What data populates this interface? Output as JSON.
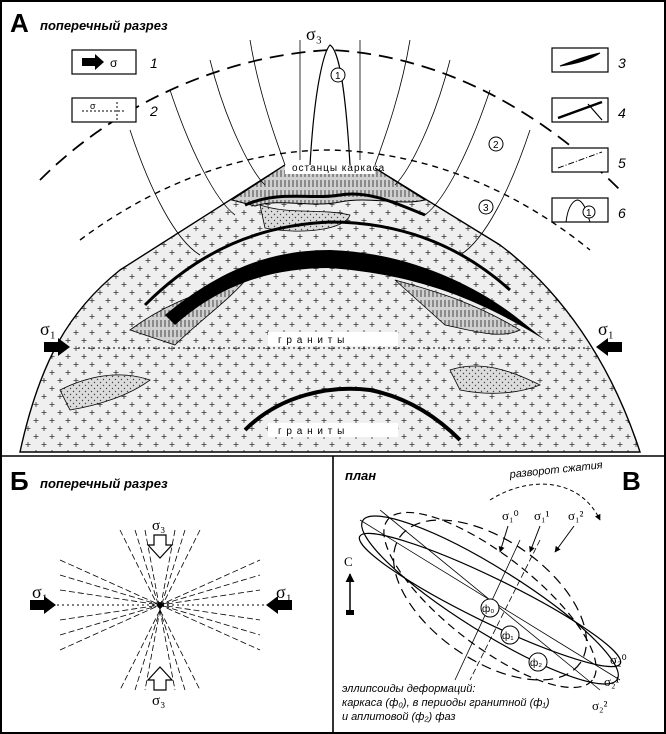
{
  "panel_a": {
    "letter": "А",
    "title": "поперечный разрез",
    "sigma3_label": "σ₃",
    "sigma1_label": "σ₁",
    "sigma1_right_label": "σ₁",
    "granites_label_1": "г р а н и т ы",
    "granites_label_2": "г р а н и т ы",
    "remnants_label": "останцы каркаса",
    "contour_numbers": [
      "1",
      "2",
      "3"
    ],
    "legend": [
      {
        "num": "1",
        "icon": "arrow-sigma-icon",
        "symbol": "σ"
      },
      {
        "num": "2",
        "icon": "sigma-cross-icon",
        "symbol": "σ"
      },
      {
        "num": "3",
        "icon": "shear-lens-icon"
      },
      {
        "num": "4",
        "icon": "crossing-faults-icon"
      },
      {
        "num": "5",
        "icon": "dash-dot-line-icon"
      },
      {
        "num": "6",
        "icon": "contour-number-icon",
        "symbol": "1"
      }
    ]
  },
  "panel_b": {
    "letter": "Б",
    "title": "поперечный разрез",
    "sigma3_top": "σ₃",
    "sigma3_bottom": "σ₃",
    "sigma1_left": "σ₁",
    "sigma1_right": "σ₁"
  },
  "panel_v": {
    "letter": "В",
    "title": "план",
    "rotation_label": "разворот сжатия",
    "north_label": "С",
    "sigma_top": [
      "σ₁⁰",
      "σ₁¹",
      "σ₁²"
    ],
    "sigma_right": [
      "σ₂⁰",
      "σ₂¹",
      "σ₂²"
    ],
    "phases": [
      "ф₀",
      "ф₁",
      "ф₂"
    ],
    "caption": [
      "эллипсоиды деформаций:",
      "каркаса (ф₀), в периоды гранитной (ф₁)",
      "и аплитовой (ф₂) фаз"
    ]
  }
}
